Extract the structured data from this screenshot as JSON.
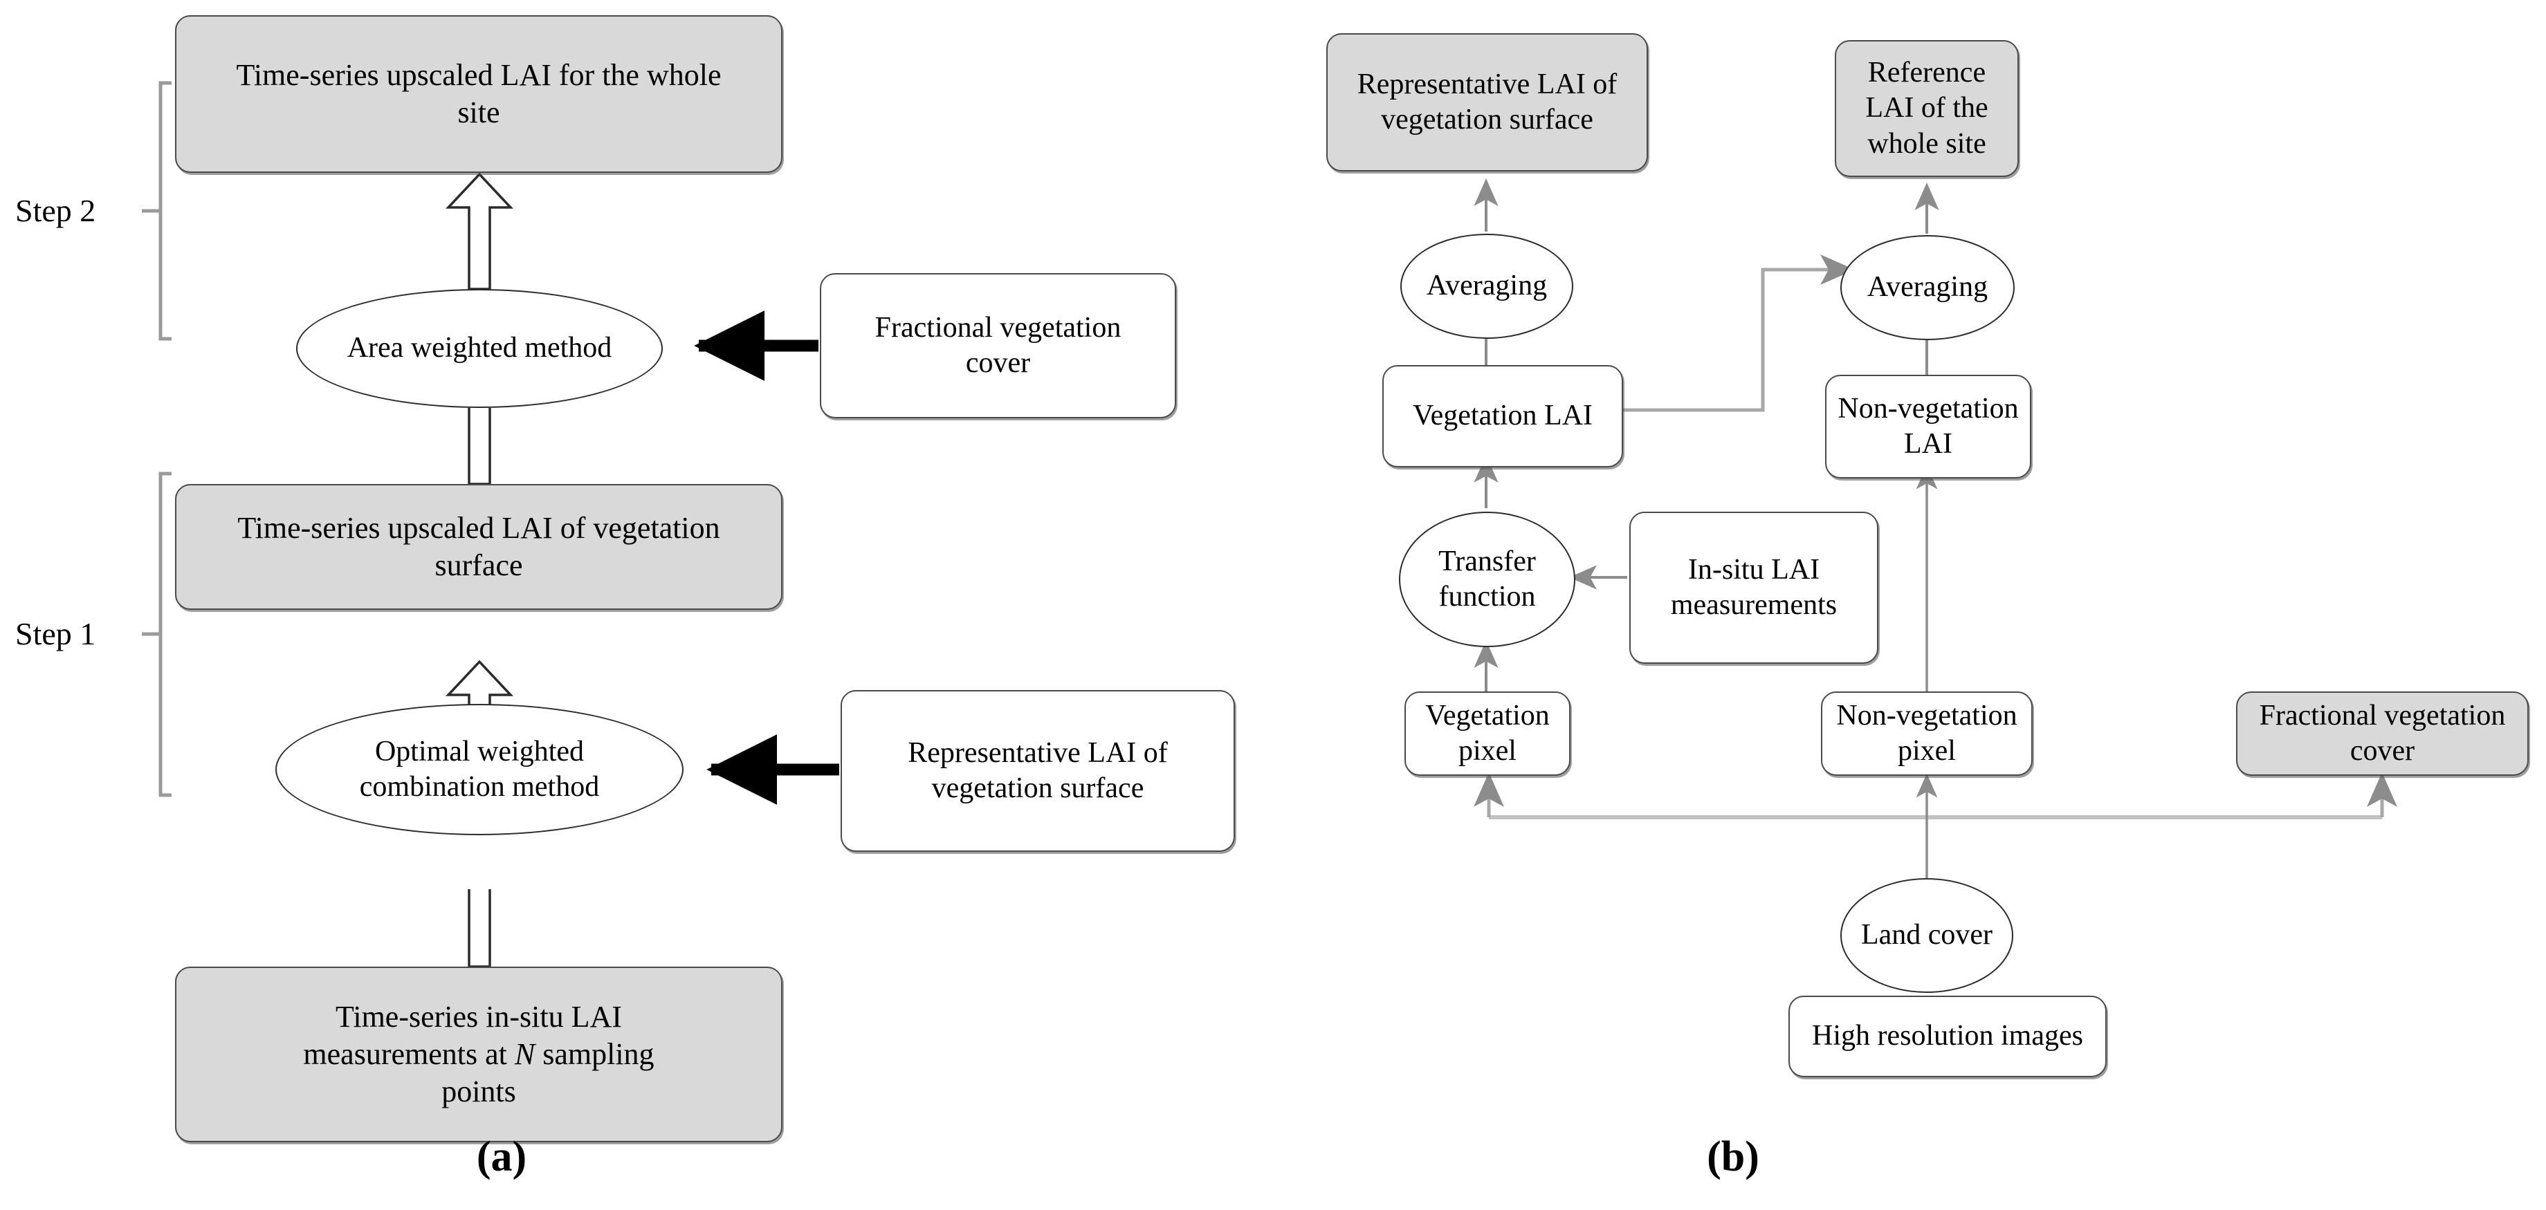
{
  "figure": {
    "panel_a_label": "(a)",
    "panel_b_label": "(b)",
    "step_1_label": "Step 1",
    "step_2_label": "Step 2"
  },
  "panel_a": {
    "nodes": {
      "upscaled_whole_site": "Time-series upscaled LAI for the whole site",
      "area_weighted_method": "Area weighted method",
      "fractional_vegetation_cover": "Fractional vegetation cover",
      "upscaled_vegetation_surface": "Time-series upscaled LAI of vegetation surface",
      "optimal_weighted_combination": "Optimal weighted combination method",
      "representative_lai": "Representative LAI of vegetation surface",
      "in_situ_measurements_line1": "Time-series in-situ LAI",
      "in_situ_measurements_line2a": "measurements at ",
      "in_situ_measurements_italic": "N",
      "in_situ_measurements_line2b": " sampling",
      "in_situ_measurements_line3": "points"
    }
  },
  "panel_b": {
    "nodes": {
      "representative_lai_veg_surface": "Representative LAI of vegetation surface",
      "reference_lai_whole_site": "Reference LAI of the whole site",
      "averaging_left": "Averaging",
      "averaging_right": "Averaging",
      "vegetation_lai": "Vegetation LAI",
      "non_vegetation_lai": "Non-vegetation LAI",
      "transfer_function": "Transfer function",
      "in_situ_lai_measurements": "In-situ LAI measurements",
      "vegetation_pixel": "Vegetation pixel",
      "non_vegetation_pixel": "Non-vegetation pixel",
      "fractional_vegetation_cover": "Fractional vegetation cover",
      "land_cover": "Land cover",
      "high_resolution_images": "High resolution images"
    }
  },
  "colors": {
    "shaded_fill": "#d9d9d9",
    "box_stroke": "#4a4a4a",
    "ellipse_stroke": "#2b2b2b",
    "thin_connector": "#8c8c8c",
    "bold_connector": "#000000",
    "bracket": "#9a9a9a",
    "text": "#000000",
    "background": "#ffffff"
  }
}
